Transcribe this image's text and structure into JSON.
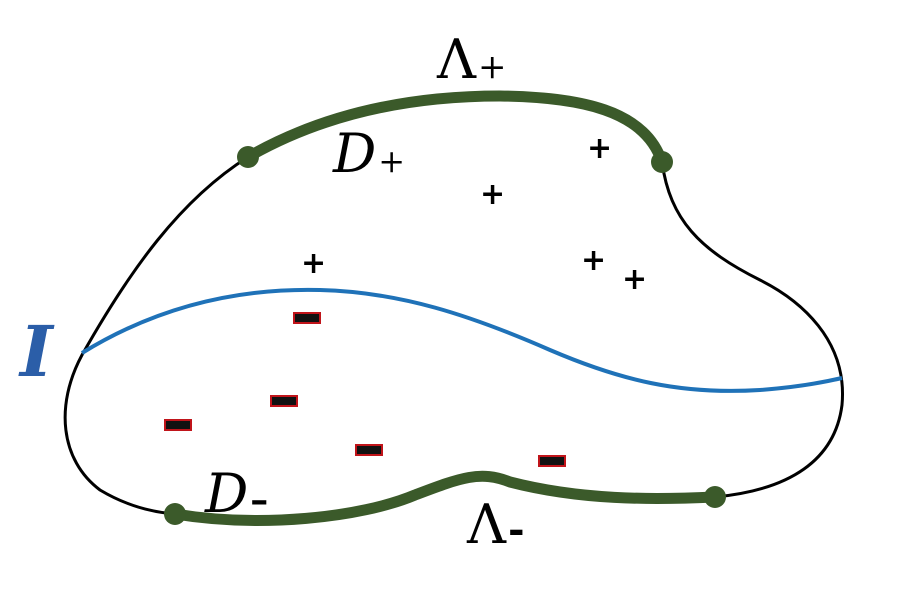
{
  "labels": {
    "lambda_plus": {
      "main": "Λ",
      "sub": "+"
    },
    "lambda_minus": {
      "main": "Λ",
      "sub": "-"
    },
    "d_plus": {
      "main": "D",
      "sub": "+"
    },
    "d_minus": {
      "main": "D",
      "sub": "–"
    },
    "interface": "I"
  },
  "signs": {
    "plus": "+",
    "minus": "–"
  },
  "colors": {
    "outline": "#000000",
    "arc": "#3b5a2a",
    "interface_curve": "#1f72b8",
    "interface_label": "#2b5ea8",
    "minus_fill": "#111111",
    "minus_border": "#c0141a"
  }
}
